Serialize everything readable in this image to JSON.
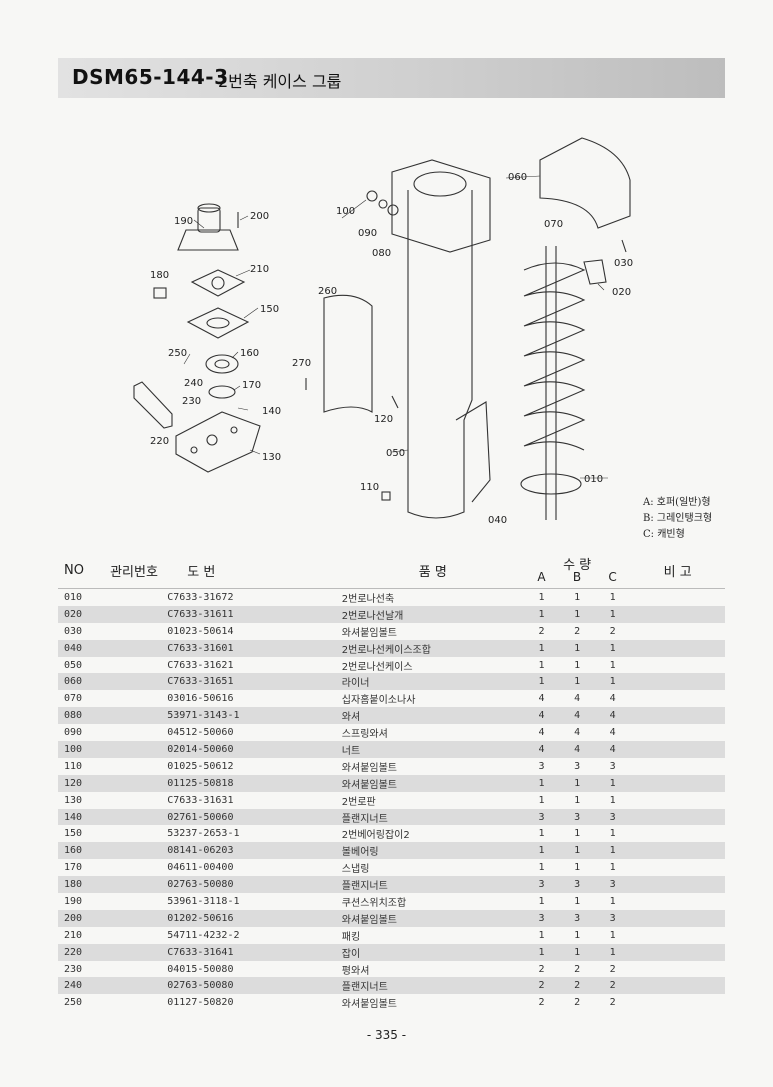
{
  "header": {
    "code": "DSM65-144-3",
    "name": "2번축 케이스 그룹"
  },
  "diagram": {
    "callouts": [
      "190",
      "200",
      "210",
      "180",
      "150",
      "160",
      "250",
      "240",
      "170",
      "230",
      "140",
      "220",
      "130",
      "100",
      "090",
      "080",
      "260",
      "270",
      "120",
      "050",
      "110",
      "040",
      "060",
      "070",
      "030",
      "020",
      "010"
    ]
  },
  "legend": {
    "a": "A: 호퍼(일반)형",
    "b": "B: 그레인탱크형",
    "c": "C: 캐빈형"
  },
  "table": {
    "headers": {
      "no": "NO",
      "mgmt": "관리번호",
      "drawing": "도    번",
      "name": "품       명",
      "qty": "수 량",
      "qa": "A",
      "qb": "B",
      "qc": "C",
      "note": "비   고"
    },
    "rows": [
      {
        "no": "010",
        "drawing": "C7633-31672",
        "name": "2번로나선축",
        "a": "1",
        "b": "1",
        "c": "1"
      },
      {
        "no": "020",
        "drawing": "C7633-31611",
        "name": "2번로나선날개",
        "a": "1",
        "b": "1",
        "c": "1"
      },
      {
        "no": "030",
        "drawing": "01023-50614",
        "name": "와셔붙임볼트",
        "a": "2",
        "b": "2",
        "c": "2"
      },
      {
        "no": "040",
        "drawing": "C7633-31601",
        "name": "2번로나선케이스조합",
        "a": "1",
        "b": "1",
        "c": "1"
      },
      {
        "no": "050",
        "drawing": "C7633-31621",
        "name": "2번로나선케이스",
        "a": "1",
        "b": "1",
        "c": "1"
      },
      {
        "no": "060",
        "drawing": "C7633-31651",
        "name": "라이너",
        "a": "1",
        "b": "1",
        "c": "1"
      },
      {
        "no": "070",
        "drawing": "03016-50616",
        "name": "십자홈붙이소나사",
        "a": "4",
        "b": "4",
        "c": "4"
      },
      {
        "no": "080",
        "drawing": "53971-3143-1",
        "name": "와셔",
        "a": "4",
        "b": "4",
        "c": "4"
      },
      {
        "no": "090",
        "drawing": "04512-50060",
        "name": "스프링와셔",
        "a": "4",
        "b": "4",
        "c": "4"
      },
      {
        "no": "100",
        "drawing": "02014-50060",
        "name": "너트",
        "a": "4",
        "b": "4",
        "c": "4"
      },
      {
        "no": "110",
        "drawing": "01025-50612",
        "name": "와셔붙임볼트",
        "a": "3",
        "b": "3",
        "c": "3"
      },
      {
        "no": "120",
        "drawing": "01125-50818",
        "name": "와셔붙임볼트",
        "a": "1",
        "b": "1",
        "c": "1"
      },
      {
        "no": "130",
        "drawing": "C7633-31631",
        "name": "2번로판",
        "a": "1",
        "b": "1",
        "c": "1"
      },
      {
        "no": "140",
        "drawing": "02761-50060",
        "name": "플랜지너트",
        "a": "3",
        "b": "3",
        "c": "3"
      },
      {
        "no": "150",
        "drawing": "53237-2653-1",
        "name": "2번베어링잡이2",
        "a": "1",
        "b": "1",
        "c": "1"
      },
      {
        "no": "160",
        "drawing": "08141-06203",
        "name": "볼베어링",
        "a": "1",
        "b": "1",
        "c": "1"
      },
      {
        "no": "170",
        "drawing": "04611-00400",
        "name": "스냅링",
        "a": "1",
        "b": "1",
        "c": "1"
      },
      {
        "no": "180",
        "drawing": "02763-50080",
        "name": "플랜지너트",
        "a": "3",
        "b": "3",
        "c": "3"
      },
      {
        "no": "190",
        "drawing": "53961-3118-1",
        "name": "쿠션스위치조합",
        "a": "1",
        "b": "1",
        "c": "1"
      },
      {
        "no": "200",
        "drawing": "01202-50616",
        "name": "와셔붙임볼트",
        "a": "3",
        "b": "3",
        "c": "3"
      },
      {
        "no": "210",
        "drawing": "54711-4232-2",
        "name": "패킹",
        "a": "1",
        "b": "1",
        "c": "1"
      },
      {
        "no": "220",
        "drawing": "C7633-31641",
        "name": "잡이",
        "a": "1",
        "b": "1",
        "c": "1"
      },
      {
        "no": "230",
        "drawing": "04015-50080",
        "name": "평와셔",
        "a": "2",
        "b": "2",
        "c": "2"
      },
      {
        "no": "240",
        "drawing": "02763-50080",
        "name": "플랜지너트",
        "a": "2",
        "b": "2",
        "c": "2"
      },
      {
        "no": "250",
        "drawing": "01127-50820",
        "name": "와셔붙임볼트",
        "a": "2",
        "b": "2",
        "c": "2"
      }
    ]
  },
  "page_number": "- 335 -"
}
